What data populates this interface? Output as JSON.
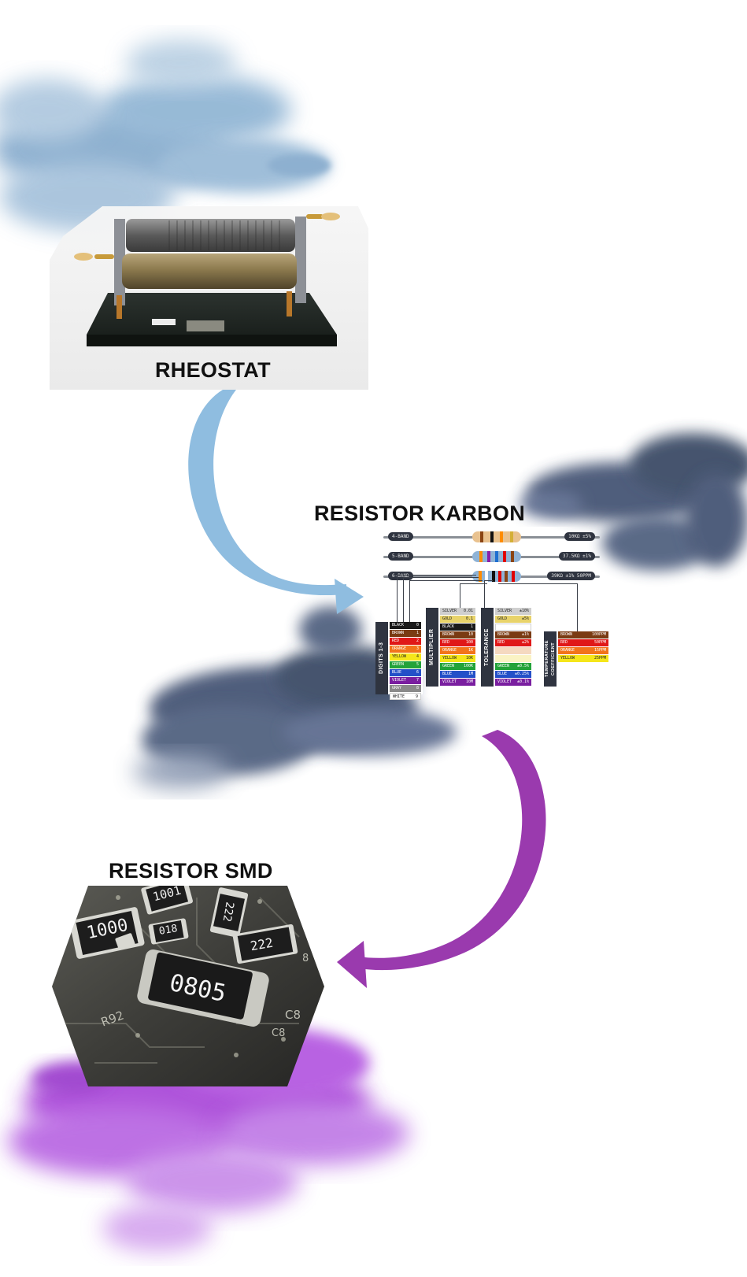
{
  "titles": {
    "rheostat": "RHEOSTAT",
    "karbon": "RESISTOR KARBON",
    "smd": "RESISTOR SMD"
  },
  "colors": {
    "smoke_top": "#7aa3c8",
    "smoke_middle": "#3d4d6e",
    "smoke_bottom": "#a845d8",
    "arrow_blue": "#8fbde0",
    "arrow_purple": "#9a3aae",
    "chart_dark": "#2f3440"
  },
  "rheostat": {
    "plate_text": ""
  },
  "chart": {
    "resistors": [
      {
        "label": "4-BAND",
        "value": "10KΩ ±5%",
        "bands": [
          "#8b4513",
          "#111111",
          "#ff8c00",
          "#d4af37"
        ]
      },
      {
        "label": "5-BAND",
        "value": "37.5KΩ ±1%",
        "bands": [
          "#ff8c00",
          "#8b1fa8",
          "#1e6fd0",
          "#e00000",
          "#8b4513"
        ]
      },
      {
        "label": "6-BAND",
        "value": "39KΩ ±1% 50PPM",
        "bands": [
          "#ff8c00",
          "#ffffff",
          "#111111",
          "#e00000",
          "#8b4513",
          "#e00000"
        ]
      }
    ],
    "columns": {
      "digits": {
        "heading": "DIGITS 1-3",
        "rows": [
          {
            "name": "BLACK",
            "val": "0",
            "color": "#1a1a1a"
          },
          {
            "name": "BROWN",
            "val": "1",
            "color": "#7a3b13"
          },
          {
            "name": "RED",
            "val": "2",
            "color": "#e01818"
          },
          {
            "name": "ORANGE",
            "val": "3",
            "color": "#f2741b"
          },
          {
            "name": "YELLOW",
            "val": "4",
            "color": "#f5e61a"
          },
          {
            "name": "GREEN",
            "val": "5",
            "color": "#23a33a"
          },
          {
            "name": "BLUE",
            "val": "6",
            "color": "#2450c8"
          },
          {
            "name": "VIOLET",
            "val": "7",
            "color": "#7a1fa0"
          },
          {
            "name": "GRAY",
            "val": "8",
            "color": "#8a8a8a"
          },
          {
            "name": "WHITE",
            "val": "9",
            "color": "#ffffff"
          }
        ]
      },
      "multiplier": {
        "heading": "MULTIPLIER",
        "rows": [
          {
            "name": "SILVER",
            "val": "0.01",
            "color": "#cfcfcf"
          },
          {
            "name": "GOLD",
            "val": "0.1",
            "color": "#e8d36a"
          },
          {
            "name": "BLACK",
            "val": "1",
            "color": "#1a1a1a"
          },
          {
            "name": "BROWN",
            "val": "10",
            "color": "#7a3b13"
          },
          {
            "name": "RED",
            "val": "100",
            "color": "#e01818"
          },
          {
            "name": "ORANGE",
            "val": "1K",
            "color": "#f2741b"
          },
          {
            "name": "YELLOW",
            "val": "10K",
            "color": "#f5e61a"
          },
          {
            "name": "GREEN",
            "val": "100K",
            "color": "#23a33a"
          },
          {
            "name": "BLUE",
            "val": "1M",
            "color": "#2450c8"
          },
          {
            "name": "VIOLET",
            "val": "10M",
            "color": "#7a1fa0"
          }
        ]
      },
      "tolerance": {
        "heading": "TOLERANCE",
        "rows": [
          {
            "name": "SILVER",
            "val": "±10%",
            "color": "#cfcfcf"
          },
          {
            "name": "GOLD",
            "val": "±5%",
            "color": "#e8d36a"
          },
          {
            "name": "",
            "val": "",
            "color": "#ffffff"
          },
          {
            "name": "BROWN",
            "val": "±1%",
            "color": "#7a3b13"
          },
          {
            "name": "RED",
            "val": "±2%",
            "color": "#e01818"
          },
          {
            "name": "",
            "val": "",
            "color": "#f5d9c0"
          },
          {
            "name": "",
            "val": "",
            "color": "#faf3c4"
          },
          {
            "name": "GREEN",
            "val": "±0.5%",
            "color": "#23a33a"
          },
          {
            "name": "BLUE",
            "val": "±0.25%",
            "color": "#2450c8"
          },
          {
            "name": "VIOLET",
            "val": "±0.1%",
            "color": "#7a1fa0"
          }
        ]
      },
      "temperature": {
        "heading": "TEMPERATURE COEFFICIENT",
        "rows": [
          {
            "name": "BROWN",
            "val": "100PPM",
            "color": "#7a3b13"
          },
          {
            "name": "RED",
            "val": "50PPM",
            "color": "#e01818"
          },
          {
            "name": "ORANGE",
            "val": "15PPM",
            "color": "#f2741b"
          },
          {
            "name": "YELLOW",
            "val": "25PPM",
            "color": "#f5e61a"
          }
        ]
      }
    }
  },
  "smd": {
    "chips": [
      "1000",
      "1001",
      "018",
      "222",
      "222",
      "0805"
    ],
    "pcb_labels": [
      "R92",
      "C8",
      "8",
      "C8"
    ]
  }
}
